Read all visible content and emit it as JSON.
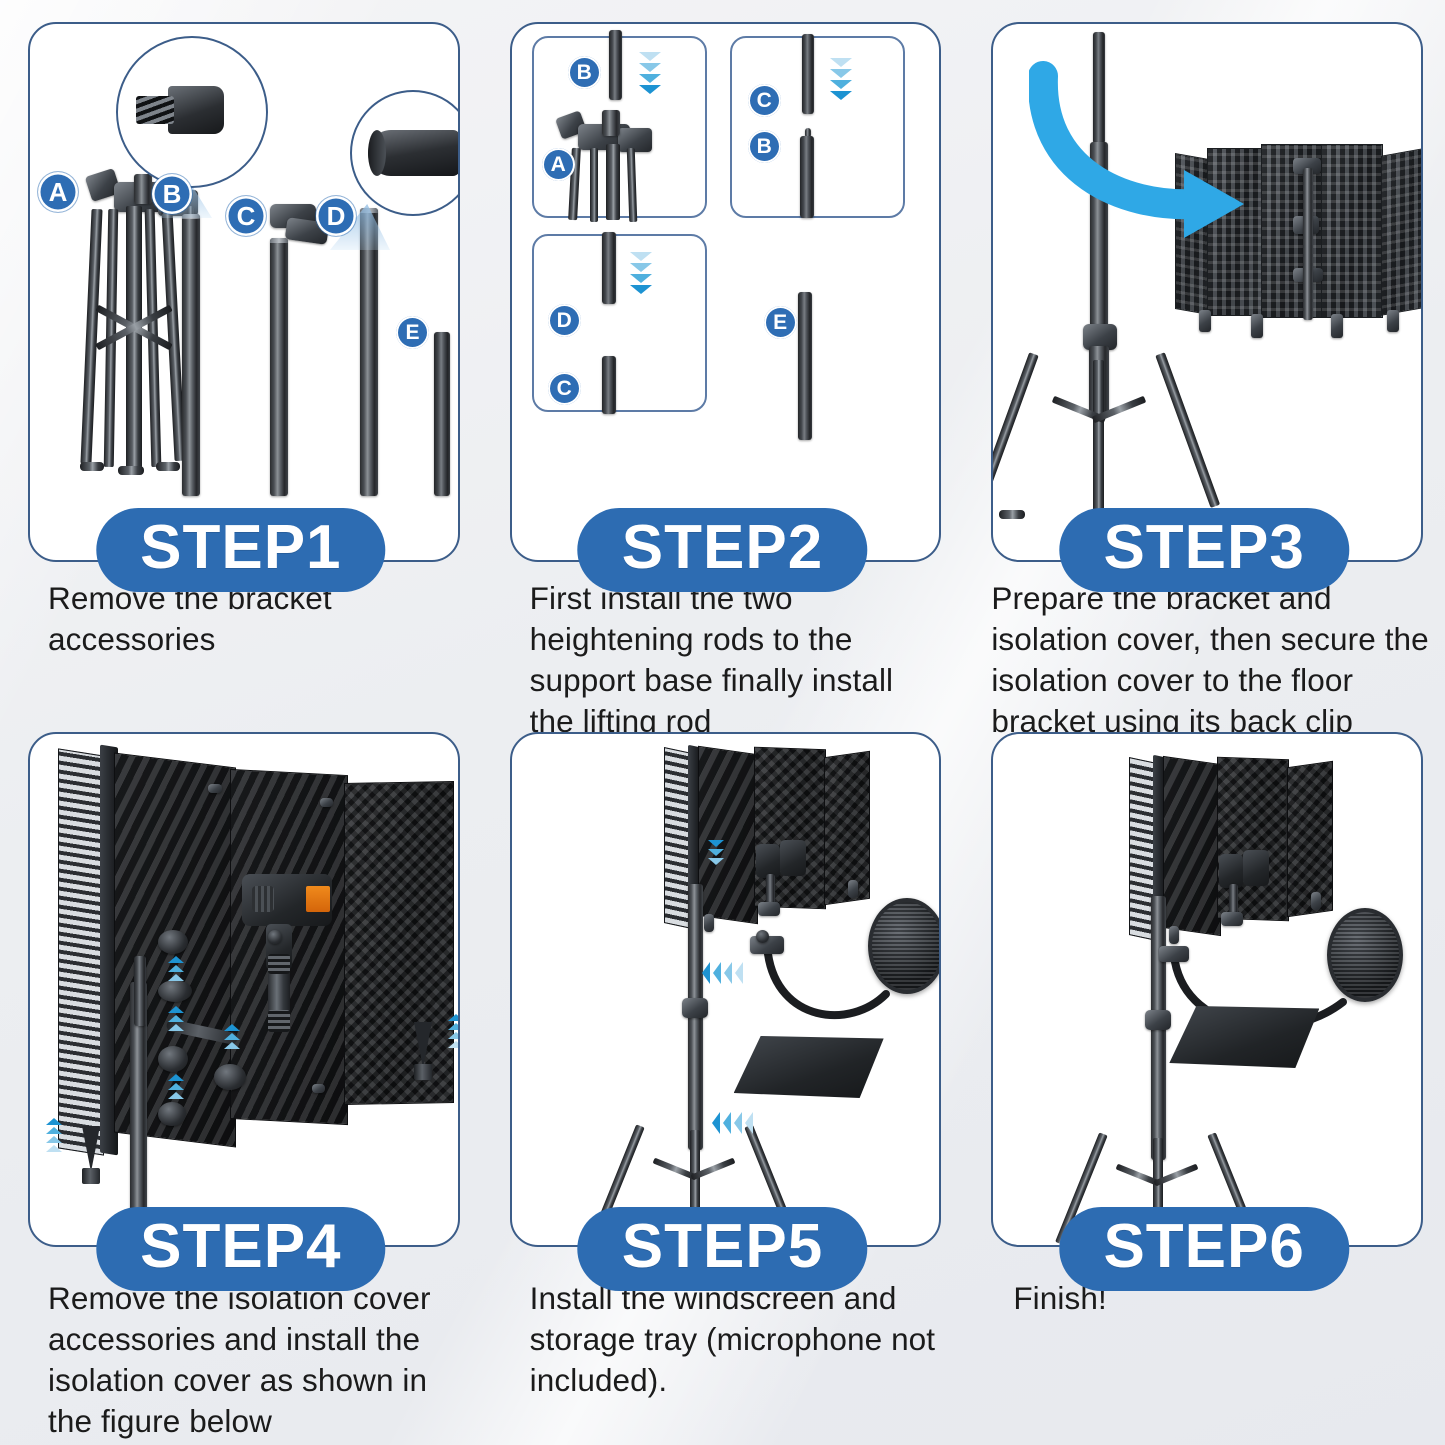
{
  "document": {
    "type": "assembly-instruction-sheet",
    "product": "Microphone isolation shield with tripod floor stand",
    "background_color": "#eceef1",
    "panel_border_color": "#3c5d89",
    "badge_color": "#2d6cb2",
    "label_color": "#2e6db4",
    "arrow_color": "#25a0db"
  },
  "steps": [
    {
      "badge": "STEP1",
      "caption": "Remove the bracket accessories",
      "parts": [
        {
          "letter": "A",
          "name": "folded-tripod-base"
        },
        {
          "letter": "B",
          "name": "heightening-rod-with-screw"
        },
        {
          "letter": "C",
          "name": "rod-with-clamp"
        },
        {
          "letter": "D",
          "name": "heightening-rod"
        },
        {
          "letter": "E",
          "name": "lifting-rod"
        }
      ],
      "magnifiers": [
        {
          "for": "B",
          "detail": "threaded-screw-tip"
        },
        {
          "for": "D",
          "detail": "hollow-tube-end"
        }
      ]
    },
    {
      "badge": "STEP2",
      "caption": "First install the two heightening rods to the support base finally install the lifting rod",
      "subpanels": [
        {
          "id": "sp1",
          "labels": [
            "B",
            "A"
          ],
          "arrow": "down"
        },
        {
          "id": "sp2",
          "labels": [
            "C",
            "B"
          ],
          "arrow": "down"
        },
        {
          "id": "sp3",
          "labels": [
            "D",
            "C"
          ],
          "arrow": "down"
        },
        {
          "id": "sp4",
          "labels": [
            "E"
          ],
          "arrow": "none",
          "boxed": false
        }
      ]
    },
    {
      "badge": "STEP3",
      "caption": "Prepare the bracket and isolation cover, then secure the isolation cover to the floor bracket using its back clip",
      "elements": [
        {
          "name": "assembled-tripod-stand"
        },
        {
          "name": "isolation-cover-back-view"
        },
        {
          "name": "curved-blue-arrow",
          "direction": "right"
        }
      ]
    },
    {
      "badge": "STEP4",
      "caption": "Remove the isolation cover accessories and install the isolation cover as shown in the figure below",
      "elements": [
        {
          "name": "isolation-cover-foam-panels"
        },
        {
          "name": "microphone-clip-mount"
        },
        {
          "name": "screws-nuts-and-adapters"
        },
        {
          "name": "spike-feet"
        }
      ],
      "arrow_direction": "up"
    },
    {
      "badge": "STEP5",
      "caption": "Install the windscreen and storage tray (microphone not included).",
      "elements": [
        {
          "name": "mounted-isolation-shield"
        },
        {
          "name": "pop-filter-windscreen"
        },
        {
          "name": "storage-tray"
        }
      ],
      "arrow_direction": "left"
    },
    {
      "badge": "STEP6",
      "caption": "Finish!",
      "elements": [
        {
          "name": "completed-assembly"
        }
      ]
    }
  ]
}
